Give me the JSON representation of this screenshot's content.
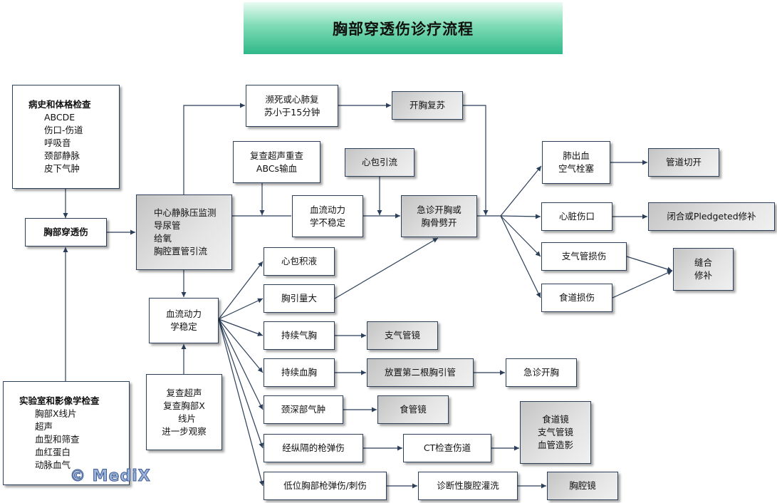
{
  "title": "胸部穿透伤诊疗流程",
  "watermark": "© MediX",
  "colors": {
    "line": "#2b3f5a",
    "title_green": "#2fb889"
  },
  "boxes": {
    "history": {
      "heading": "病史和体格检查",
      "lines": [
        "ABCDE",
        "伤口-伤道",
        "呼吸音",
        "颈部静脉",
        "皮下气肿"
      ]
    },
    "penetrating": {
      "heading": "胸部穿透伤",
      "lines": []
    },
    "lab": {
      "heading": "实验室和影像学检查",
      "lines": [
        "胸部X线片",
        "超声",
        "血型和筛查",
        "血红蛋白",
        "动脉血气"
      ]
    },
    "central": {
      "lines": [
        "中心静脉压监测",
        "导尿管",
        "给氧",
        "胸腔置管引流"
      ]
    },
    "stable": {
      "lines": [
        "血流动力",
        "学稳定"
      ]
    },
    "recheck": {
      "lines": [
        "复查超声",
        "复查胸部X",
        "  线片",
        "进一步观察"
      ]
    },
    "near_death": {
      "lines": [
        "濒死或心肺复",
        "苏小于15分钟"
      ]
    },
    "resus_thoracotomy": {
      "lines": [
        "开胸复苏"
      ]
    },
    "recheck2": {
      "lines": [
        "复查超声重查",
        "ABCs输血"
      ]
    },
    "pericardial_drain": {
      "lines": [
        "心包引流"
      ]
    },
    "unstable": {
      "lines": [
        "血流动力",
        "学不稳定"
      ]
    },
    "emergency": {
      "lines": [
        "急诊开胸或",
        "胸骨劈开"
      ]
    },
    "lung": {
      "lines": [
        "肺出血",
        "空气栓塞"
      ]
    },
    "tracheotomy": {
      "lines": [
        "管道切开"
      ]
    },
    "heart": {
      "lines": [
        "心脏伤口"
      ]
    },
    "closure": {
      "lines": [
        "闭合或Pledgeted修补"
      ]
    },
    "bronchus": {
      "lines": [
        "支气管损伤"
      ]
    },
    "esophagus": {
      "lines": [
        "食道损伤"
      ]
    },
    "suture": {
      "lines": [
        "缝合",
        "修补"
      ]
    },
    "pericardial_effusion": {
      "lines": [
        "心包积液"
      ]
    },
    "chest_drain": {
      "lines": [
        "胸引量大"
      ]
    },
    "pneumothorax": {
      "lines": [
        "持续气胸"
      ]
    },
    "bronchoscopy": {
      "lines": [
        "支气管镜"
      ]
    },
    "hemothorax": {
      "lines": [
        "持续血胸"
      ]
    },
    "second_tube": {
      "lines": [
        "放置第二根胸引管"
      ]
    },
    "emergency2": {
      "lines": [
        "急诊开胸"
      ]
    },
    "neck": {
      "lines": [
        "颈深部气肿"
      ]
    },
    "esophagoscopy": {
      "lines": [
        "食管镜"
      ]
    },
    "mediastinal": {
      "lines": [
        "经纵隔的枪弹伤"
      ]
    },
    "ct": {
      "lines": [
        "CT检查伤道"
      ]
    },
    "multi": {
      "lines": [
        "食道镜",
        "支气管镜",
        "血管造影"
      ]
    },
    "low": {
      "lines": [
        "低位胸部枪弹伤/刺伤"
      ]
    },
    "dpl": {
      "lines": [
        "诊断性腹腔灌洗"
      ]
    },
    "thoracoscopy": {
      "lines": [
        "胸腔镜"
      ]
    }
  }
}
